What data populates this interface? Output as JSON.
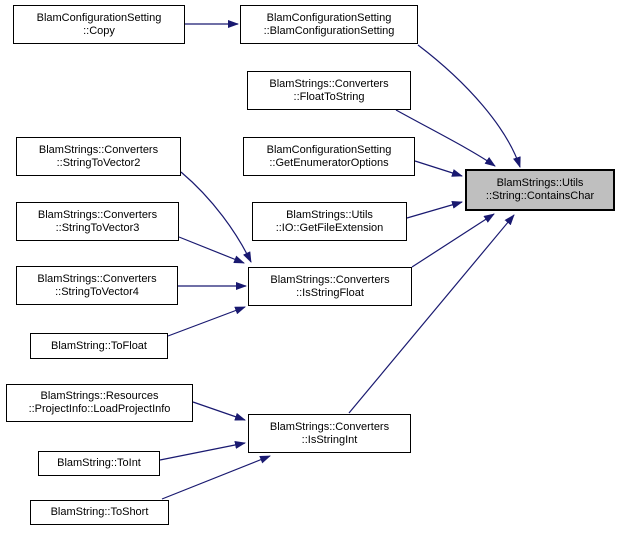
{
  "diagram": {
    "type": "call-graph",
    "background": "#ffffff",
    "edge_color": "#191970",
    "node_fill": "#ffffff",
    "node_border": "#000000",
    "highlight_fill": "#bfbfbf",
    "highlight_node": "BlamStrings::Utils::String::ContainsChar"
  },
  "nodes": [
    {
      "id": "copy",
      "lines": [
        "BlamConfigurationSetting",
        "::Copy"
      ]
    },
    {
      "id": "ctor",
      "lines": [
        "BlamConfigurationSetting",
        "::BlamConfigurationSetting"
      ]
    },
    {
      "id": "float-to-string",
      "lines": [
        "BlamStrings::Converters",
        "::FloatToString"
      ]
    },
    {
      "id": "string-to-vector2",
      "lines": [
        "BlamStrings::Converters",
        "::StringToVector2"
      ]
    },
    {
      "id": "get-enumerator-options",
      "lines": [
        "BlamConfigurationSetting",
        "::GetEnumeratorOptions"
      ]
    },
    {
      "id": "contains-char",
      "lines": [
        "BlamStrings::Utils",
        "::String::ContainsChar"
      ]
    },
    {
      "id": "string-to-vector3",
      "lines": [
        "BlamStrings::Converters",
        "::StringToVector3"
      ]
    },
    {
      "id": "get-file-extension",
      "lines": [
        "BlamStrings::Utils",
        "::IO::GetFileExtension"
      ]
    },
    {
      "id": "string-to-vector4",
      "lines": [
        "BlamStrings::Converters",
        "::StringToVector4"
      ]
    },
    {
      "id": "is-string-float",
      "lines": [
        "BlamStrings::Converters",
        "::IsStringFloat"
      ]
    },
    {
      "id": "to-float",
      "lines": [
        "BlamString::ToFloat"
      ]
    },
    {
      "id": "load-project-info",
      "lines": [
        "BlamStrings::Resources",
        "::ProjectInfo::LoadProjectInfo"
      ]
    },
    {
      "id": "is-string-int",
      "lines": [
        "BlamStrings::Converters",
        "::IsStringInt"
      ]
    },
    {
      "id": "to-int",
      "lines": [
        "BlamString::ToInt"
      ]
    },
    {
      "id": "to-short",
      "lines": [
        "BlamString::ToShort"
      ]
    }
  ],
  "edges": [
    {
      "from": "BlamConfigurationSetting::Copy",
      "to": "BlamConfigurationSetting::BlamConfigurationSetting"
    },
    {
      "from": "BlamConfigurationSetting::BlamConfigurationSetting",
      "to": "BlamStrings::Utils::String::ContainsChar"
    },
    {
      "from": "BlamStrings::Converters::FloatToString",
      "to": "BlamStrings::Utils::String::ContainsChar"
    },
    {
      "from": "BlamConfigurationSetting::GetEnumeratorOptions",
      "to": "BlamStrings::Utils::String::ContainsChar"
    },
    {
      "from": "BlamStrings::Utils::IO::GetFileExtension",
      "to": "BlamStrings::Utils::String::ContainsChar"
    },
    {
      "from": "BlamStrings::Converters::IsStringFloat",
      "to": "BlamStrings::Utils::String::ContainsChar"
    },
    {
      "from": "BlamStrings::Converters::IsStringInt",
      "to": "BlamStrings::Utils::String::ContainsChar"
    },
    {
      "from": "BlamStrings::Converters::StringToVector2",
      "to": "BlamStrings::Converters::IsStringFloat"
    },
    {
      "from": "BlamStrings::Converters::StringToVector3",
      "to": "BlamStrings::Converters::IsStringFloat"
    },
    {
      "from": "BlamStrings::Converters::StringToVector4",
      "to": "BlamStrings::Converters::IsStringFloat"
    },
    {
      "from": "BlamString::ToFloat",
      "to": "BlamStrings::Converters::IsStringFloat"
    },
    {
      "from": "BlamStrings::Resources::ProjectInfo::LoadProjectInfo",
      "to": "BlamStrings::Converters::IsStringInt"
    },
    {
      "from": "BlamString::ToInt",
      "to": "BlamStrings::Converters::IsStringInt"
    },
    {
      "from": "BlamString::ToShort",
      "to": "BlamStrings::Converters::IsStringInt"
    }
  ]
}
